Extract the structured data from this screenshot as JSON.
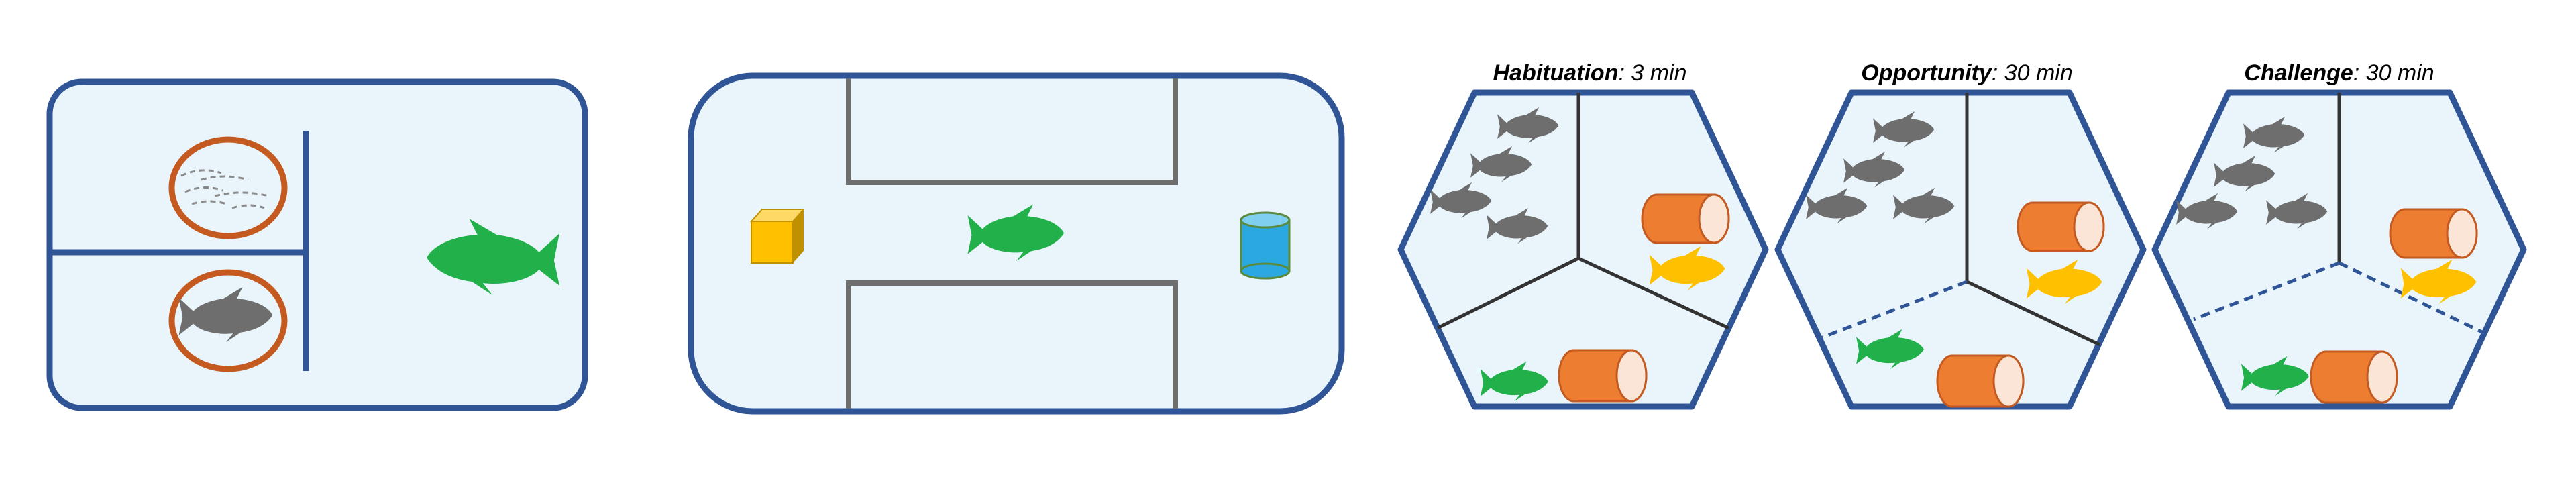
{
  "colors": {
    "outline": "#2f5597",
    "panel_fill": "#e9f5fb",
    "wall_gray": "#6e6e6e",
    "ring": "#c55a21",
    "fish_green": "#22b04a",
    "fish_gray": "#6e6e6e",
    "fish_yellow": "#ffc000",
    "tube_orange": "#ed7d31",
    "cube_yellow": "#ffc000",
    "cylinder_blue": "#2aa8e0"
  },
  "phases": [
    {
      "title": "Habituation",
      "duration": ": 3 min"
    },
    {
      "title": "Opportunity",
      "duration": ": 30 min"
    },
    {
      "title": "Challenge",
      "duration": ": 30 min"
    }
  ],
  "icons": [
    "fish-icon",
    "zebrafish-shoal-icon",
    "cube-object-icon",
    "cylinder-object-icon",
    "tube-shelter-icon"
  ]
}
